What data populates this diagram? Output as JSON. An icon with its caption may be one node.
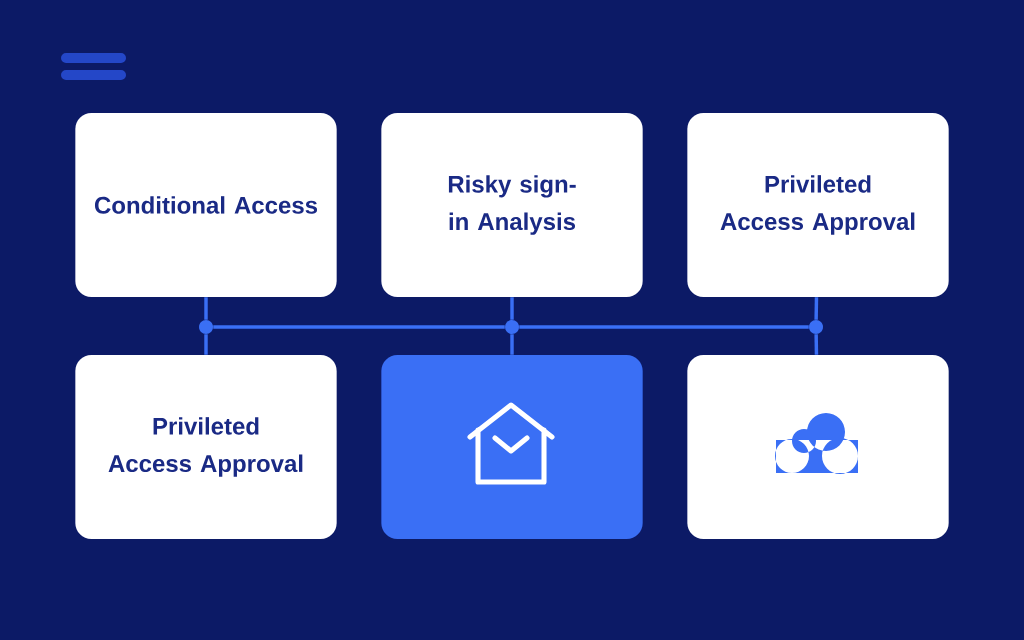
{
  "diagram": {
    "nodes": [
      {
        "text": [
          "Conditional Access"
        ]
      },
      {
        "text": [
          "Risky sign-in Analysis"
        ]
      },
      {
        "text": [
          "Privileted Access Approval"
        ]
      },
      {
        "text": [
          "Privileted Access Approval"
        ]
      },
      {
        "text": [],
        "shape": "box"
      },
      {
        "text": [],
        "shape": "box"
      },
      {
        "text": [],
        "shape": "circle"
      },
      {
        "text": [],
        "shape": "circle"
      },
      {
        "text": [],
        "shape": "circle"
      }
    ],
    "edges": [
      {
        "from": 0,
        "to": 6,
        "arrow": "none"
      },
      {
        "from": 6,
        "to": 3,
        "arrow": "none"
      },
      {
        "from": 1,
        "to": 7,
        "arrow": "none"
      },
      {
        "from": 7,
        "to": 4,
        "arrow": "none"
      },
      {
        "from": 2,
        "to": 8,
        "arrow": "none"
      },
      {
        "from": 8,
        "to": 5,
        "arrow": "none"
      },
      {
        "from": 6,
        "to": 7,
        "arrow": "none"
      },
      {
        "from": 7,
        "to": 8,
        "arrow": "none"
      }
    ]
  }
}
